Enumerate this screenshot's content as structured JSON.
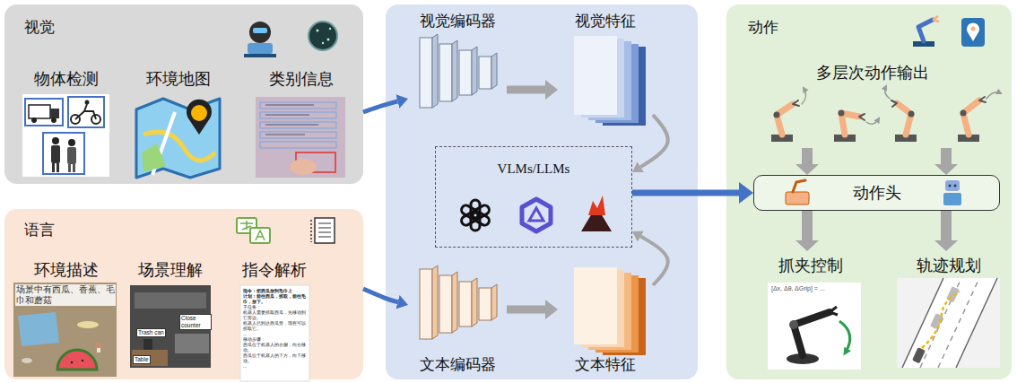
{
  "diagram": {
    "nodes": [
      {
        "text": [
          "视觉"
        ]
      },
      {
        "text": [
          "物体检测"
        ],
        "in": 0
      },
      {
        "text": [
          "环境地图"
        ],
        "in": 0
      },
      {
        "text": [
          "类别信息"
        ],
        "in": 0
      },
      {
        "text": [
          "语言"
        ]
      },
      {
        "text": [
          "环境描述"
        ],
        "in": 4
      },
      {
        "text": [
          "场景理解"
        ],
        "in": 4
      },
      {
        "text": [
          "指令解析"
        ],
        "in": 4
      },
      {
        "text": [
          "视觉编码器"
        ]
      },
      {
        "text": [
          "视觉特征"
        ]
      },
      {
        "text": [
          "VLMs/LLMs"
        ]
      },
      {
        "text": [
          "文本编码器"
        ]
      },
      {
        "text": [
          "文本特征"
        ]
      },
      {
        "text": [
          "动作"
        ]
      },
      {
        "text": [
          "多层次动作输出"
        ],
        "in": 13
      },
      {
        "text": [
          "动作头"
        ],
        "in": 13
      },
      {
        "text": [
          "抓夹控制"
        ],
        "in": 13
      },
      {
        "text": [
          "轨迹规划"
        ],
        "in": 13
      }
    ],
    "edges": [
      {
        "from": 0,
        "to": 8,
        "arrow": "to"
      },
      {
        "from": 4,
        "to": 11,
        "arrow": "to"
      },
      {
        "from": 8,
        "to": 9,
        "arrow": "to"
      },
      {
        "from": 9,
        "to": 10,
        "arrow": "to"
      },
      {
        "from": 11,
        "to": 12,
        "arrow": "to"
      },
      {
        "from": 12,
        "to": 10,
        "arrow": "to"
      },
      {
        "from": 10,
        "to": 15,
        "arrow": "to"
      },
      {
        "from": 14,
        "to": 15,
        "arrow": "to"
      },
      {
        "from": 14,
        "to": 15,
        "arrow": "to"
      },
      {
        "from": 15,
        "to": 16,
        "arrow": "to"
      },
      {
        "from": 15,
        "to": 17,
        "arrow": "to"
      }
    ],
    "labels": [
      "场景中有西瓜、香蕉、毛巾和蘑菇",
      "Trash can",
      "Close counter",
      "Table",
      "指令：把西瓜放到毛巾上",
      "计划：前往西瓜，抓取，前往毛巾，放下。",
      "子任务：",
      "机器人需要抓取西瓜，先移动到它旁边。",
      "机器人已到达西瓜旁，现在可以抓取它。",
      "...",
      "移动步骤：",
      "西瓜位于机器人的右侧，向右移动。",
      "西瓜位于机器人的下方，向下移动。",
      "...",
      "[Δx, Δθ, ΔGrip] = ..."
    ]
  }
}
